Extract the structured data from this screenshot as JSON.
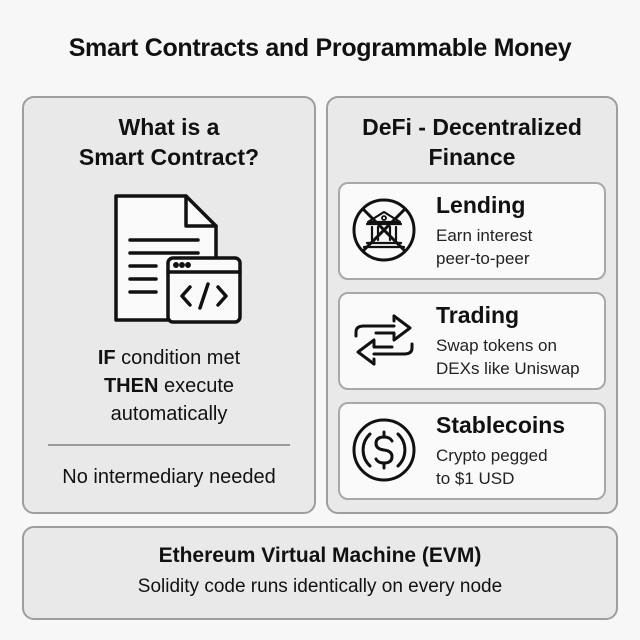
{
  "title": "Smart Contracts and Programmable Money",
  "left_panel": {
    "title_line1": "What is a",
    "title_line2": "Smart Contract?",
    "icon": "document-code-icon",
    "condition": {
      "line1_bold": "IF",
      "line1_rest": " condition met",
      "line2_bold": "THEN",
      "line2_rest": " execute",
      "line3": "automatically"
    },
    "note": "No intermediary needed"
  },
  "right_panel": {
    "title_line1": "DeFi - Decentralized",
    "title_line2": "Finance",
    "cards": [
      {
        "title": "Lending",
        "desc_line1": "Earn interest",
        "desc_line2": "peer-to-peer",
        "icon": "crossed-bank-icon"
      },
      {
        "title": "Trading",
        "desc_line1": "Swap tokens on",
        "desc_line2": "DEXs like Uniswap",
        "icon": "swap-arrows-icon"
      },
      {
        "title": "Stablecoins",
        "desc_line1": "Crypto pegged",
        "desc_line2": "to $1 USD",
        "icon": "dollar-coin-icon"
      }
    ]
  },
  "bottom_panel": {
    "title": "Ethereum Virtual Machine (EVM)",
    "desc": "Solidity code runs identically on every node"
  },
  "colors": {
    "background": "#f7f7f7",
    "panel": "#e9e9e9",
    "panel_border": "#9e9e9e",
    "card": "#fafafa",
    "text": "#111111"
  }
}
